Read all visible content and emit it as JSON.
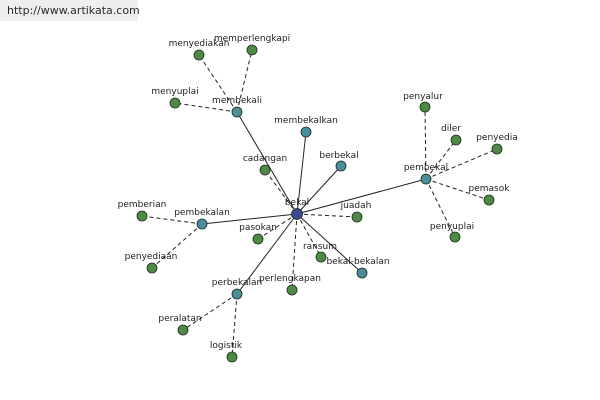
{
  "banner": {
    "url": "http://www.artikata.com"
  },
  "colors": {
    "hub": "#3b4b8e",
    "branch": "#4a8e9a",
    "leaf": "#4f8a45",
    "solid_edge": "#222222",
    "dashed_edge": "#222222"
  },
  "graph": {
    "center": "bekal",
    "nodes": [
      {
        "id": "bekal",
        "label": "bekal",
        "kind": "hub"
      },
      {
        "id": "membekali",
        "label": "membekali",
        "kind": "branch"
      },
      {
        "id": "membekalkan",
        "label": "membekalkan",
        "kind": "branch"
      },
      {
        "id": "berbekal",
        "label": "berbekal",
        "kind": "branch"
      },
      {
        "id": "pembekal",
        "label": "pembekal",
        "kind": "branch"
      },
      {
        "id": "pembekalan",
        "label": "pembekalan",
        "kind": "branch"
      },
      {
        "id": "perbekalan",
        "label": "perbekalan",
        "kind": "branch"
      },
      {
        "id": "bekal-bekalan",
        "label": "bekal-bekalan",
        "kind": "branch"
      },
      {
        "id": "menyediakan",
        "label": "menyediakan",
        "kind": "leaf"
      },
      {
        "id": "memperlengkapi",
        "label": "memperlengkapi",
        "kind": "leaf"
      },
      {
        "id": "menyuplai",
        "label": "menyuplai",
        "kind": "leaf"
      },
      {
        "id": "cadangan",
        "label": "cadangan",
        "kind": "leaf"
      },
      {
        "id": "penyalur",
        "label": "penyalur",
        "kind": "leaf"
      },
      {
        "id": "diler",
        "label": "diler",
        "kind": "leaf"
      },
      {
        "id": "penyedia",
        "label": "penyedia",
        "kind": "leaf"
      },
      {
        "id": "pemasok",
        "label": "pemasok",
        "kind": "leaf"
      },
      {
        "id": "penyuplai",
        "label": "penyuplai",
        "kind": "leaf"
      },
      {
        "id": "juadah",
        "label": "juadah",
        "kind": "leaf"
      },
      {
        "id": "pemberian",
        "label": "pemberian",
        "kind": "leaf"
      },
      {
        "id": "penyediaan",
        "label": "penyediaan",
        "kind": "leaf"
      },
      {
        "id": "pasokan",
        "label": "pasokan",
        "kind": "leaf"
      },
      {
        "id": "ransum",
        "label": "ransum",
        "kind": "leaf"
      },
      {
        "id": "perlengkapan",
        "label": "perlengkapan",
        "kind": "leaf"
      },
      {
        "id": "peralatan",
        "label": "peralatan",
        "kind": "leaf"
      },
      {
        "id": "logistik",
        "label": "logistik",
        "kind": "leaf"
      }
    ],
    "edges": [
      {
        "from": "bekal",
        "to": "membekali",
        "style": "solid"
      },
      {
        "from": "bekal",
        "to": "membekalkan",
        "style": "solid"
      },
      {
        "from": "bekal",
        "to": "berbekal",
        "style": "solid"
      },
      {
        "from": "bekal",
        "to": "pembekal",
        "style": "solid"
      },
      {
        "from": "bekal",
        "to": "pembekalan",
        "style": "solid"
      },
      {
        "from": "bekal",
        "to": "perbekalan",
        "style": "solid"
      },
      {
        "from": "bekal",
        "to": "bekal-bekalan",
        "style": "solid"
      },
      {
        "from": "bekal",
        "to": "cadangan",
        "style": "dashed"
      },
      {
        "from": "bekal",
        "to": "juadah",
        "style": "dashed"
      },
      {
        "from": "bekal",
        "to": "pasokan",
        "style": "dashed"
      },
      {
        "from": "bekal",
        "to": "ransum",
        "style": "dashed"
      },
      {
        "from": "bekal",
        "to": "perlengkapan",
        "style": "dashed"
      },
      {
        "from": "membekali",
        "to": "menyediakan",
        "style": "dashed"
      },
      {
        "from": "membekali",
        "to": "memperlengkapi",
        "style": "dashed"
      },
      {
        "from": "membekali",
        "to": "menyuplai",
        "style": "dashed"
      },
      {
        "from": "pembekal",
        "to": "penyalur",
        "style": "dashed"
      },
      {
        "from": "pembekal",
        "to": "diler",
        "style": "dashed"
      },
      {
        "from": "pembekal",
        "to": "penyedia",
        "style": "dashed"
      },
      {
        "from": "pembekal",
        "to": "pemasok",
        "style": "dashed"
      },
      {
        "from": "pembekal",
        "to": "penyuplai",
        "style": "dashed"
      },
      {
        "from": "pembekalan",
        "to": "pemberian",
        "style": "dashed"
      },
      {
        "from": "pembekalan",
        "to": "penyediaan",
        "style": "dashed"
      },
      {
        "from": "perbekalan",
        "to": "peralatan",
        "style": "dashed"
      },
      {
        "from": "perbekalan",
        "to": "logistik",
        "style": "dashed"
      }
    ]
  }
}
